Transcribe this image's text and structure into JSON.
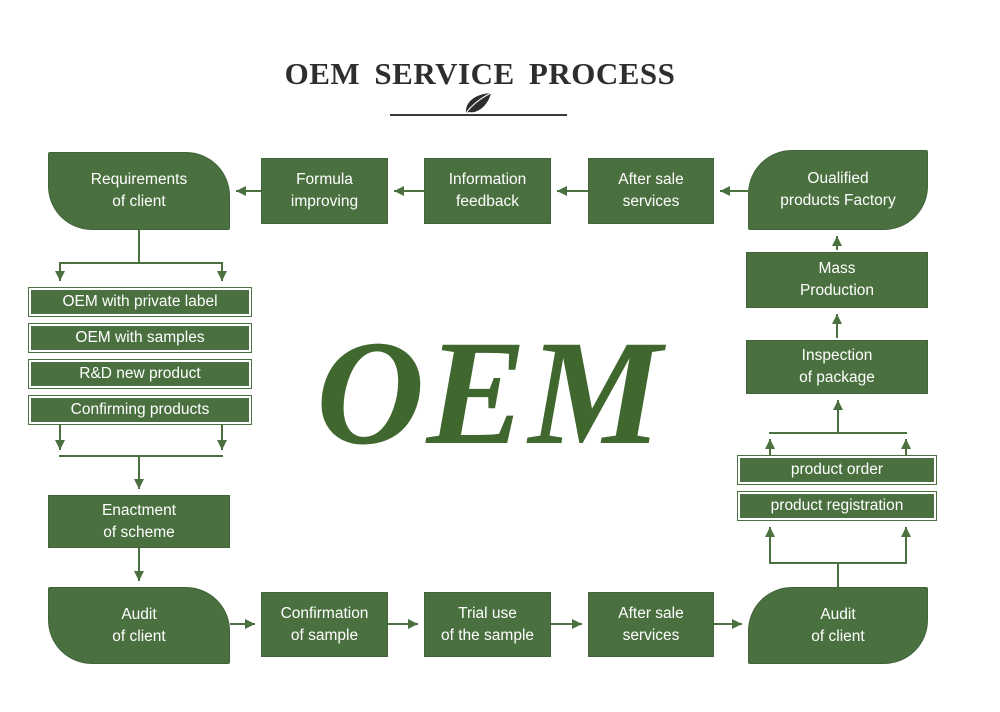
{
  "title": "OEM SERVICE PROCESS",
  "center_text": "OEM",
  "colors": {
    "box_green": "#4a7040",
    "oem_text_green": "#40682e",
    "title_color": "#2e2e2e"
  },
  "nodes": {
    "requirements": {
      "label": "Requirements\nof client"
    },
    "formula": {
      "label": "Formula\nimproving"
    },
    "information": {
      "label": "Information\nfeedback"
    },
    "aftersale_top": {
      "label": "After sale\nservices"
    },
    "qualified": {
      "label": "Oualified\nproducts Factory"
    },
    "private_label": {
      "label": "OEM with private label"
    },
    "samples": {
      "label": "OEM with samples"
    },
    "rd": {
      "label": "R&D new product"
    },
    "confirming": {
      "label": "Confirming products"
    },
    "enactment": {
      "label": "Enactment\nof scheme"
    },
    "audit_left": {
      "label": "Audit\nof client"
    },
    "confirmation": {
      "label": "Confirmation\nof sample"
    },
    "trial": {
      "label": "Trial use\nof the sample"
    },
    "aftersale_bottom": {
      "label": "After sale\nservices"
    },
    "audit_right": {
      "label": "Audit\nof client"
    },
    "mass": {
      "label": "Mass\nProduction"
    },
    "inspection": {
      "label": "Inspection\nof package"
    },
    "product_order": {
      "label": "product order"
    },
    "product_registration": {
      "label": "product registration"
    }
  }
}
